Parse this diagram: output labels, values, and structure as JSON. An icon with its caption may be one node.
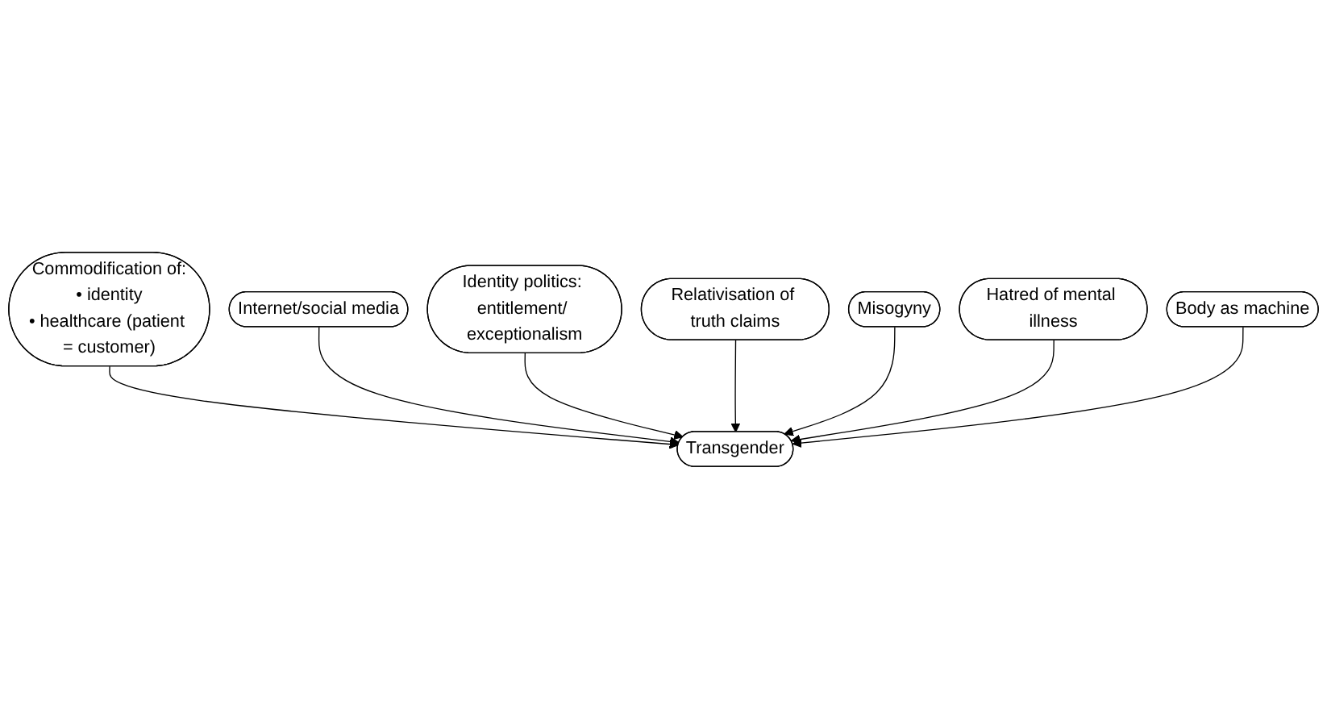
{
  "diagram": {
    "nodes": [
      {
        "text": [
          "Commodification of:",
          "• identity",
          "• healthcare (patient = customer)"
        ]
      },
      {
        "text": [
          "Internet/social media"
        ]
      },
      {
        "text": [
          "Identity politics: entitlement/ exceptionalism"
        ]
      },
      {
        "text": [
          "Relativisation of truth claims"
        ]
      },
      {
        "text": [
          "Transgender"
        ]
      },
      {
        "text": [
          "Misogyny"
        ]
      },
      {
        "text": [
          "Hatred of mental illness"
        ]
      },
      {
        "text": [
          "Body as machine"
        ]
      }
    ],
    "edges": [
      {
        "from": 0,
        "to": 4,
        "arrow": "to"
      },
      {
        "from": 1,
        "to": 4,
        "arrow": "to"
      },
      {
        "from": 2,
        "to": 4,
        "arrow": "to"
      },
      {
        "from": 3,
        "to": 4,
        "arrow": "to"
      },
      {
        "from": 5,
        "to": 4,
        "arrow": "to"
      },
      {
        "from": 6,
        "to": 4,
        "arrow": "to"
      },
      {
        "from": 7,
        "to": 4,
        "arrow": "to"
      }
    ]
  }
}
